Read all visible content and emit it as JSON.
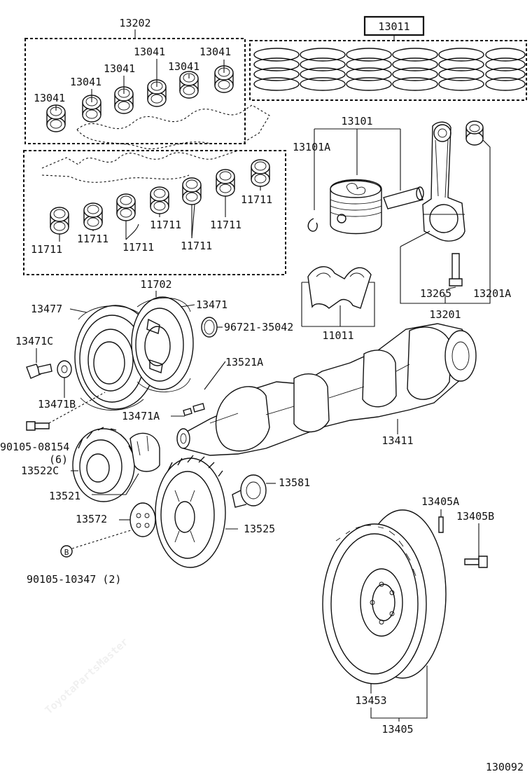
{
  "diagram_id": "130092",
  "watermark": "ToyotaPartsMaster",
  "labels": {
    "crank_bearing_set": "13202",
    "crank_bearing": "13041",
    "ring_set": "13011",
    "piston": "13101",
    "piston_pin_snap_ring": "13101A",
    "main_bearing": "11711",
    "cylinder_block_cap": "11702",
    "bearing_cap": "11011",
    "rod_bolt": "13265",
    "rod_bushing": "13201A",
    "connecting_rod": "13201",
    "damper_pulley": "13477",
    "pulley_hub": "13471",
    "oil_seal": "96721-35042",
    "pulley_bolt": "13471C",
    "pulley_washer": "13471B",
    "woodruff_key": "13521A",
    "pulley_key": "13471A",
    "crankshaft": "13411",
    "bolt_a": "90105-08154",
    "bolt_a_qty": "(6)",
    "crank_gear_c": "13522C",
    "crank_gear": "13521",
    "cam_gear": "13525",
    "gear_plate": "13572",
    "plug": "13581",
    "bolt_b": "90105-10347 (2)",
    "bolt_b_marker": "B",
    "flywheel_pin": "13405A",
    "flywheel_bolt": "13405B",
    "ring_gear": "13453",
    "flywheel": "13405"
  }
}
